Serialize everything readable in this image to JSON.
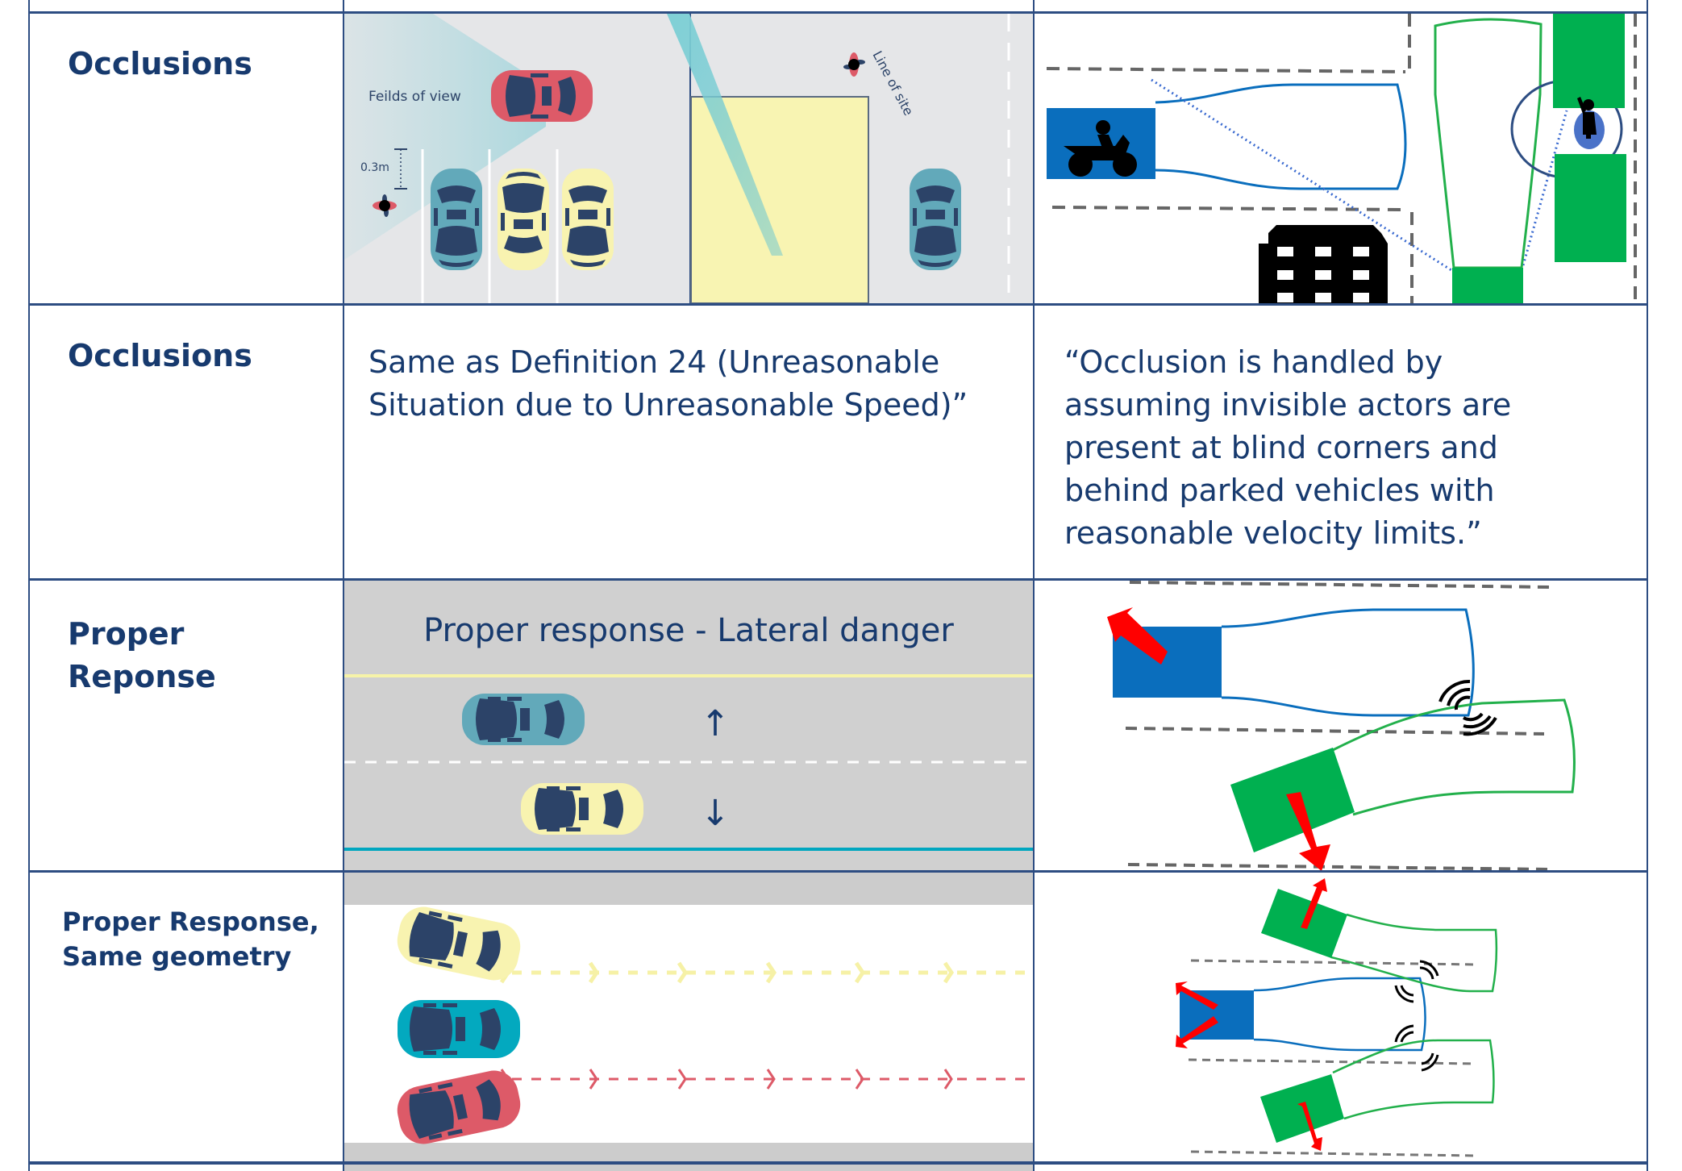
{
  "rows": [
    {
      "label": "Occlusions",
      "left_diagram": {
        "fov_label": "Feilds of view",
        "gap_label": "0.3m",
        "line_label": "Line of site"
      },
      "right_diagram": {
        "icons": [
          "motorcycle-icon",
          "building-icon",
          "pedestrian-icon"
        ]
      }
    },
    {
      "label": "Occlusions",
      "middle_text_lines": [
        "Same as Definition 24 (Unreasonable",
        "Situation due to Unreasonable Speed)”"
      ],
      "right_text_lines": [
        "“Occlusion is handled by",
        "assuming invisible actors are",
        "present at blind corners and",
        "behind parked vehicles with",
        "reasonable velocity limits.”"
      ]
    },
    {
      "label_lines": [
        "Proper",
        "Reponse"
      ],
      "middle_diagram": {
        "title": "Proper response - Lateral danger",
        "arrow_up": "↑",
        "arrow_down": "↓"
      }
    },
    {
      "label_lines": [
        "Proper Response,",
        "Same geometry"
      ]
    }
  ],
  "colors": {
    "border": "#2d4d82",
    "text": "#173a6e",
    "car_red": "#dd5a68",
    "car_teal": "#62a9ba",
    "car_cyan": "#03a9bf",
    "car_yellow": "#f8f3b0",
    "car_window": "#2c4368",
    "blue_vehicle": "#0a6ebd",
    "green_vehicle": "#00b050",
    "danger_arrow": "#ff0000"
  }
}
